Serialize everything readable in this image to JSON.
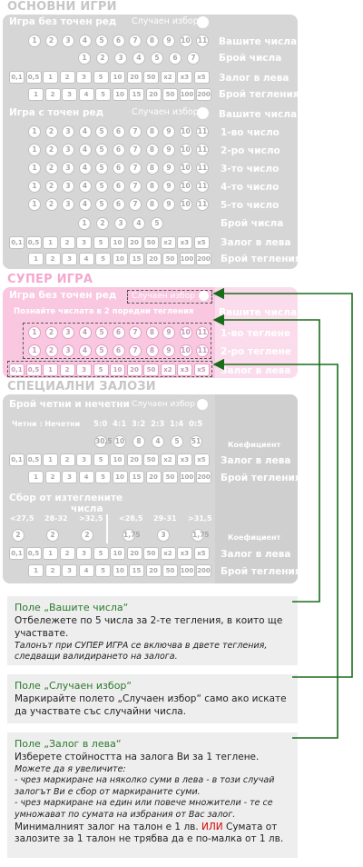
{
  "sections": {
    "basic": "ОСНОВНИ ИГРИ",
    "super": "СУПЕР ИГРА",
    "special": "СПЕЦИАЛНИ ЗАЛОЗИ"
  },
  "basic": {
    "unordered_title": "Игра без точен ред",
    "random_label": "Случаен избор",
    "your_numbers": "Вашите числа",
    "count_numbers": "Брой числа",
    "stake": "Залог в лева",
    "draws": "Брой тегления",
    "ordered_title": "Игра с точен ред",
    "ordered_random": "Случаен избор",
    "ordered_your_numbers": "Вашите числа",
    "ordered_rows": [
      "1-во число",
      "2-ро число",
      "3-то число",
      "4-то число",
      "5-то число"
    ],
    "ordered_count": "Брой числа",
    "ordered_stake": "Залог в лева",
    "ordered_draws": "Брой тегления"
  },
  "numbers_11": [
    "1",
    "2",
    "3",
    "4",
    "5",
    "6",
    "7",
    "8",
    "9",
    "10",
    "11"
  ],
  "count_row_1": [
    "1",
    "2",
    "3",
    "4",
    "5",
    "6",
    "7"
  ],
  "count_row_2": [
    "1",
    "2",
    "3",
    "4",
    "5"
  ],
  "stake_values": [
    "0,1",
    "0,5",
    "1",
    "2",
    "3",
    "5",
    "10",
    "20",
    "50",
    "x2",
    "x3",
    "x5"
  ],
  "draw_values": [
    "1",
    "2",
    "3",
    "4",
    "5",
    "10",
    "15",
    "20",
    "50",
    "100",
    "200"
  ],
  "super": {
    "title": "Игра без точен ред",
    "random_label": "Случаен избор",
    "subtitle": "Познайте числата в 2 поредни тегления",
    "your_numbers": "Вашите числа",
    "draw1": "1-во теглене",
    "draw2": "2-ро теглене",
    "stake": "Залог в лева"
  },
  "special": {
    "even_odd_title": "Брой четни и нечетни",
    "random_label": "Случаен избор",
    "even_odd_header": "Четни : Нечетни",
    "ratios": [
      "5:0",
      "4:1",
      "3:2",
      "2:3",
      "1:4",
      "0:5"
    ],
    "ratio_coefs": [
      "30,5",
      "10",
      "8",
      "4",
      "5",
      "51"
    ],
    "coef_label": "Коефициент",
    "stake": "Залог в лева",
    "draws": "Брой тегления",
    "sum_title_1": "Сбор от изтеглените",
    "sum_title_2": "числа",
    "ranges": [
      "<27,5",
      "28-32",
      ">32,5",
      "<28,5",
      "29-31",
      ">31,5"
    ],
    "range_coefs": [
      "2",
      "2",
      "2",
      "1,75",
      "3",
      "1,75"
    ],
    "coef_label_2": "Коефициент",
    "stake_2": "Залог в лева",
    "draws_2": "Брой тегления"
  },
  "notes": {
    "n1_title": "Поле „Вашите числа“",
    "n1_text": "Отбележете по 5 числа за 2-те тегления, в които ще участвате.",
    "n1_italic": "Талонът при СУПЕР ИГРА се включва в двете тегления, следващи валидирането на залога.",
    "n2_title": "Поле „Случаен избор“",
    "n2_text": "Маркирайте полето „Случаен избор“ само ако искате да участвате със случайни числа.",
    "n3_title": "Поле „Залог в лева“",
    "n3_text": "Изберете стойността на залога Ви за 1 теглене.",
    "n3_i1": "Можете да я увеличите:",
    "n3_i2": "- чрез маркиране на няколко суми в лева - в този случай залогът Ви е сбор от маркираните суми.",
    "n3_i3": "- чрез маркиране на един или повече множители - те се умножават по сумата на избрания от Вас залог.",
    "n3_t1": "Минималният залог на талон е 1 лв.",
    "n3_or": "ИЛИ",
    "n3_t2": "Сумата от залозите за 1 талон не трябва да е по-малка от 1 лв."
  },
  "colors": {
    "grey_panel": "#d6d6d6",
    "pink_panel": "#f9c7e0",
    "arrow_green": "#1a6b1a",
    "note_title_green": "#2a7a2a",
    "red": "#d40000"
  }
}
